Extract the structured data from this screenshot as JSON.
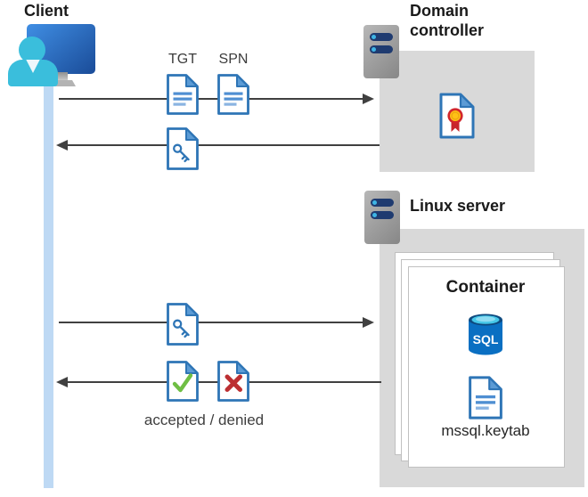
{
  "client": {
    "label": "Client"
  },
  "domain_controller": {
    "title": "Domain controller"
  },
  "linux_server": {
    "title": "Linux server"
  },
  "container": {
    "title": "Container",
    "sql_text": "SQL",
    "keytab_label": "mssql.keytab"
  },
  "flow": {
    "tgt_label": "TGT",
    "spn_label": "SPN",
    "result_label": "accepted / denied"
  },
  "colors": {
    "doc_border_blue": "#2e75b6",
    "doc_fold_blue": "#5b9bd5",
    "doc_line_blue": "#4f8fd2",
    "check_green": "#6fbe44",
    "cross_red": "#bc2f32",
    "rosette_red": "#d2262c",
    "rosette_yellow": "#ffc115",
    "sql_body_blue": "#0a6fc2",
    "sql_top_cyan": "#45c7e8",
    "person_cyan": "#3abedc",
    "lifeline_blue": "#bed9f4",
    "box_gray": "#d9d9d9",
    "arrow_gray": "#404040",
    "server_pill_navy": "#1f3b70"
  }
}
